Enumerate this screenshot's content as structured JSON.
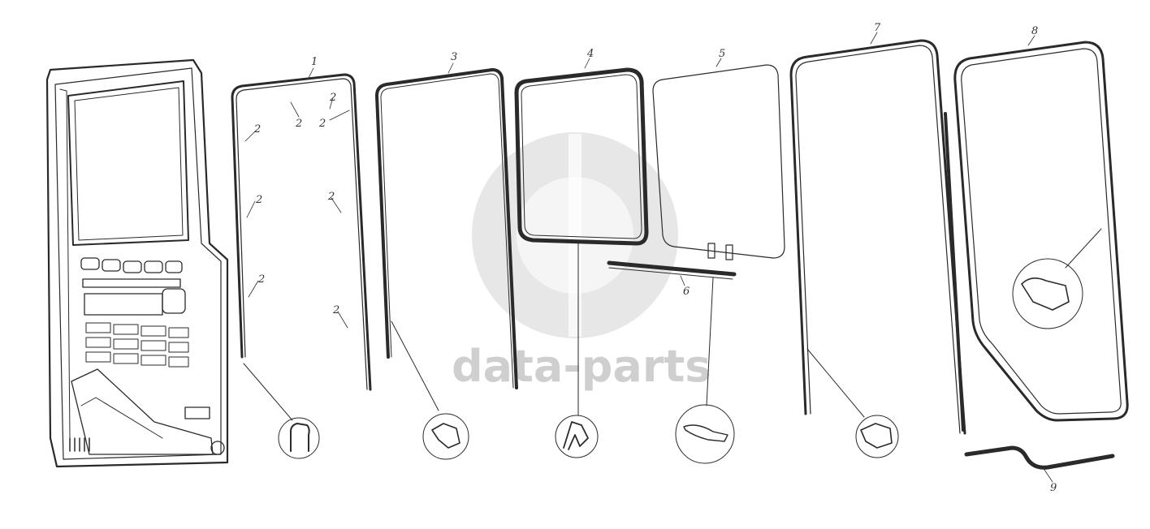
{
  "watermark": {
    "text": "data-parts"
  },
  "part_labels": {
    "p1": "1",
    "p2a": "2",
    "p2b": "2",
    "p2c": "2",
    "p2d": "2",
    "p2e": "2",
    "p2f": "2",
    "p2g": "2",
    "p2h": "2",
    "p3": "3",
    "p4": "4",
    "p5": "5",
    "p6": "6",
    "p7": "7",
    "p8": "8",
    "p9": "9"
  }
}
